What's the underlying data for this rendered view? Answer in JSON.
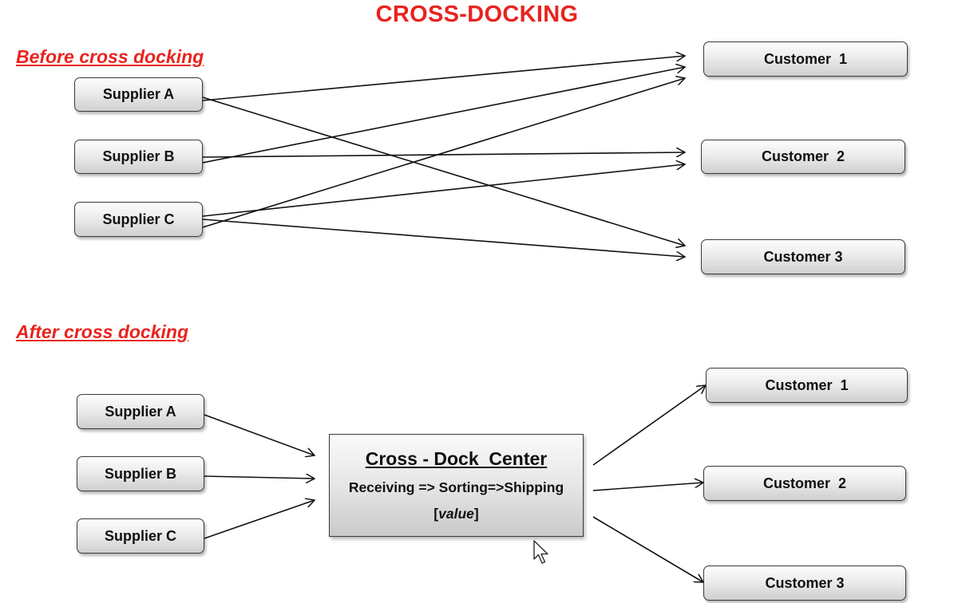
{
  "title": "CROSS-DOCKING",
  "before": {
    "label": "Before cross docking",
    "suppliers": [
      "Supplier A",
      "Supplier B",
      "Supplier C"
    ],
    "customers": [
      "Customer  1",
      "Customer  2",
      "Customer 3"
    ]
  },
  "after": {
    "label": "After cross docking",
    "suppliers": [
      "Supplier A",
      "Supplier B",
      "Supplier C"
    ],
    "center": {
      "title": "Cross - Dock  Center",
      "process": "Receiving => Sorting=>Shipping",
      "bracket_open": "[",
      "value": "value",
      "bracket_close": "]"
    },
    "customers": [
      "Customer  1",
      "Customer  2",
      "Customer 3"
    ]
  },
  "colors": {
    "accent": "#e8231f",
    "line": "#111111"
  },
  "icons": {
    "cursor": "mouse-pointer-icon"
  }
}
